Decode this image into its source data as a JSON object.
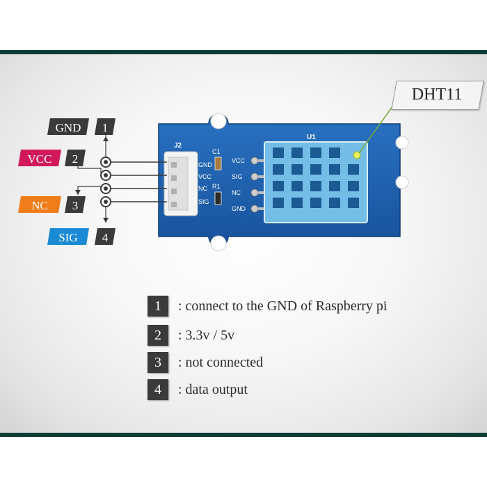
{
  "board": {
    "connector_label": "J2",
    "sensor_label": "U1",
    "cap_label": "C1",
    "res_label": "R1",
    "header_pins": [
      "GND",
      "VCC",
      "NC",
      "SIG"
    ],
    "sensor_pins": [
      "VCC",
      "SIG",
      "NC",
      "GND"
    ]
  },
  "callout": {
    "label": "DHT11"
  },
  "pins": [
    {
      "name": "GND",
      "number": "1",
      "color": "#3a3a3a"
    },
    {
      "name": "VCC",
      "number": "2",
      "color": "#d2185a"
    },
    {
      "name": "NC",
      "number": "3",
      "color": "#f07d1a"
    },
    {
      "name": "SIG",
      "number": "4",
      "color": "#1a8ad4"
    }
  ],
  "legend": [
    {
      "number": "1",
      "text": ": connect to the GND of Raspberry pi"
    },
    {
      "number": "2",
      "text": ": 3.3v / 5v"
    },
    {
      "number": "3",
      "text": ": not connected"
    },
    {
      "number": "4",
      "text": ": data output"
    }
  ],
  "colors": {
    "pcb": "#1e63b5",
    "sensor": "#74bde6",
    "frame": "#0e3b33",
    "tag_dark": "#3a3a3a"
  }
}
